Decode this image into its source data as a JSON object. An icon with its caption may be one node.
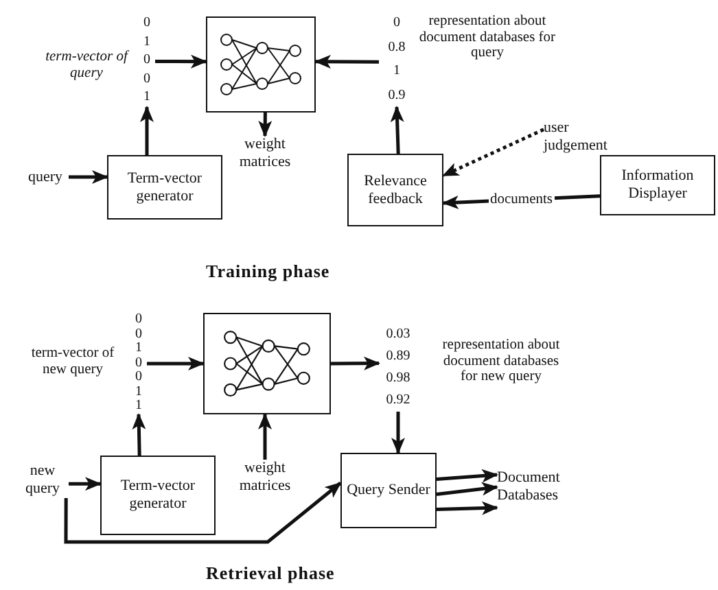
{
  "diagram": {
    "nodes": [
      {
        "text": [
          "query"
        ]
      },
      {
        "text": [
          "Term-vector generator"
        ]
      },
      {
        "text": [
          "0 1 0 0 1"
        ],
        "beside": [
          "term-vector of query"
        ]
      },
      {
        "text": [],
        "shape": "box"
      },
      {
        "text": [
          "weight matrices"
        ]
      },
      {
        "text": [
          "0 0.8 1 0.9"
        ],
        "beside": [
          "representation about document databases for query"
        ]
      },
      {
        "text": [
          "Relevance feedback"
        ]
      },
      {
        "text": [
          "user judgement"
        ]
      },
      {
        "text": [
          "Information Displayer"
        ]
      },
      {
        "text": [
          "new query"
        ]
      },
      {
        "text": [
          "Term-vector generator"
        ]
      },
      {
        "text": [
          "0 0 1 0 0 1 1"
        ],
        "beside": [
          "term-vector of new query"
        ]
      },
      {
        "text": [],
        "shape": "box"
      },
      {
        "text": [
          "weight matrices"
        ]
      },
      {
        "text": [
          "0.03 0.89 0.98 0.92"
        ],
        "beside": [
          "representation about document databases for new query"
        ]
      },
      {
        "text": [
          "Query Sender"
        ]
      },
      {
        "text": [
          "Document Databases"
        ]
      }
    ],
    "edges": [
      {
        "from": 0,
        "to": 1,
        "arrow": "to"
      },
      {
        "from": 1,
        "to": 2,
        "arrow": "to"
      },
      {
        "from": 2,
        "to": 3,
        "arrow": "to"
      },
      {
        "from": 3,
        "to": 4,
        "arrow": "to"
      },
      {
        "from": 5,
        "to": 3,
        "arrow": "to"
      },
      {
        "from": 6,
        "to": 5,
        "arrow": "to"
      },
      {
        "from": 7,
        "to": 6,
        "arrow": "to",
        "style": "dashed"
      },
      {
        "from": 8,
        "to": 6,
        "arrow": "to",
        "label": "documents"
      },
      {
        "from": 9,
        "to": 10,
        "arrow": "to"
      },
      {
        "from": 9,
        "to": 15,
        "arrow": "to"
      },
      {
        "from": 10,
        "to": 11,
        "arrow": "to"
      },
      {
        "from": 11,
        "to": 12,
        "arrow": "to"
      },
      {
        "from": 13,
        "to": 12,
        "arrow": "to"
      },
      {
        "from": 12,
        "to": 14,
        "arrow": "to"
      },
      {
        "from": 14,
        "to": 15,
        "arrow": "to"
      },
      {
        "from": 15,
        "to": 16,
        "arrow": "to"
      },
      {
        "from": 15,
        "to": 16,
        "arrow": "to"
      },
      {
        "from": 15,
        "to": 16,
        "arrow": "to"
      }
    ],
    "labels": [
      "Training phase",
      "Retrieval phase"
    ]
  }
}
